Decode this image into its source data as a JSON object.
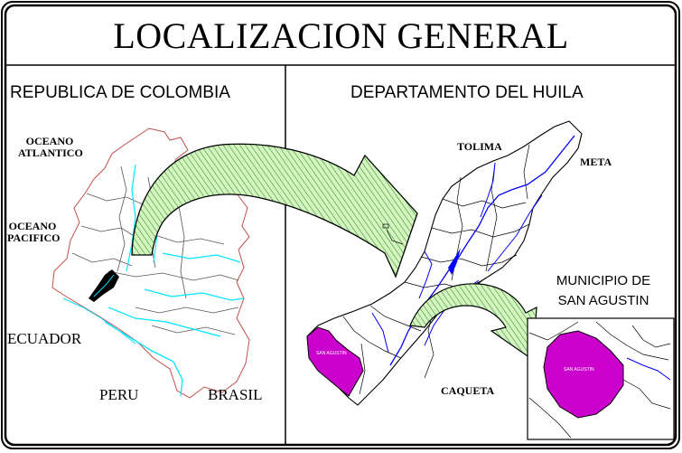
{
  "title": "LOCALIZACION GENERAL",
  "left_panel": {
    "heading": "REPUBLICA DE COLOMBIA",
    "labels": {
      "oceano_atlantico_1": "OCEANO",
      "oceano_atlantico_2": "ATLANTICO",
      "oceano_pacifico_1": "OCEANO",
      "oceano_pacifico_2": "PACIFICO",
      "ecuador": "ECUADOR",
      "peru": "PERU",
      "brasil": "BRASIL"
    }
  },
  "right_panel": {
    "heading": "DEPARTAMENTO DEL HUILA",
    "labels": {
      "tolima": "TOLIMA",
      "meta": "META",
      "caqueta": "CAQUETA"
    },
    "inset_heading_1": "MUNICIPIO DE",
    "inset_heading_2": "SAN AGUSTIN",
    "municipality_tag": "SAN AGUSTIN"
  },
  "colors": {
    "frame": "#000000",
    "border_lines": "#c0504d",
    "rivers_colombia": "#00e5ff",
    "rivers_huila": "#0000ff",
    "arrow_fill": "#c8f0b4",
    "arrow_hatch": "#2e8b2e",
    "municipality": "#cc00cc",
    "huila_highlight": "#000000"
  }
}
